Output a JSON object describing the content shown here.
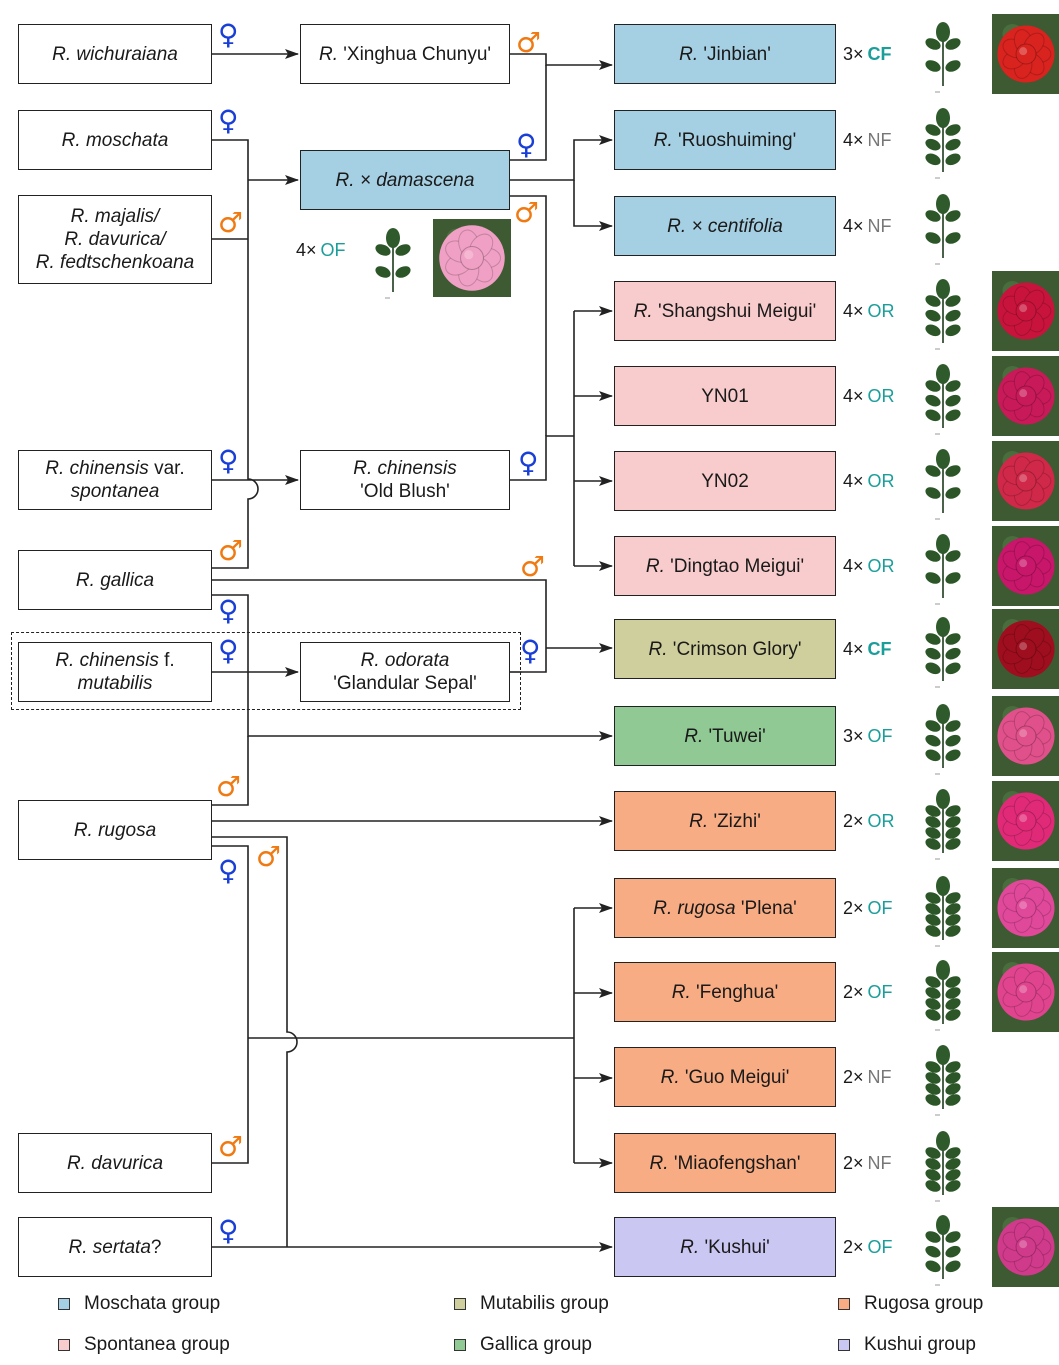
{
  "colors": {
    "moschata": "#a5cfe2",
    "spontanea": "#f8cccc",
    "mutabilis": "#cfce9d",
    "gallica": "#90c994",
    "rugosa": "#f8ac84",
    "kushui": "#cac7f2",
    "female_symbol": "#1a3fd6",
    "male_symbol": "#f07a12",
    "code_teal": "#1a9e9a",
    "code_gray": "#777777"
  },
  "symbols": {
    "female": "♀",
    "male": "♂"
  },
  "parents": [
    {
      "id": "wichuraiana",
      "parts": [
        [
          [
            "R. wichuraiana",
            true
          ]
        ]
      ]
    },
    {
      "id": "moschata",
      "parts": [
        [
          [
            "R. moschata",
            true
          ]
        ]
      ]
    },
    {
      "id": "majalis",
      "parts": [
        [
          [
            "R. majalis/",
            true
          ]
        ],
        [
          [
            "R. davurica/",
            true
          ]
        ],
        [
          [
            "R. fedtschenkoana",
            true
          ]
        ]
      ]
    },
    {
      "id": "chinensis-spontanea",
      "parts": [
        [
          [
            "R. chinensis",
            true
          ],
          [
            " var.",
            false
          ]
        ],
        [
          [
            "spontanea",
            true
          ]
        ]
      ]
    },
    {
      "id": "gallica",
      "parts": [
        [
          [
            "R. gallica",
            true
          ]
        ]
      ]
    },
    {
      "id": "chinensis-mutabilis",
      "parts": [
        [
          [
            "R. chinensis",
            true
          ],
          [
            " f.",
            false
          ]
        ],
        [
          [
            "mutabilis",
            true
          ]
        ]
      ]
    },
    {
      "id": "rugosa",
      "parts": [
        [
          [
            "R. rugosa",
            true
          ]
        ]
      ]
    },
    {
      "id": "davurica",
      "parts": [
        [
          [
            "R. davurica",
            true
          ]
        ]
      ]
    },
    {
      "id": "sertata",
      "parts": [
        [
          [
            "R. sertata",
            true
          ],
          [
            "?",
            false
          ]
        ]
      ]
    }
  ],
  "intermediates": [
    {
      "id": "xinghua",
      "group": "",
      "parts": [
        [
          [
            "R.",
            true
          ],
          [
            " 'Xinghua Chunyu'",
            false
          ]
        ]
      ]
    },
    {
      "id": "damascena",
      "group": "moschata",
      "parts": [
        [
          [
            "R. × damascena",
            true
          ]
        ]
      ]
    },
    {
      "id": "old-blush",
      "group": "",
      "parts": [
        [
          [
            "R. chinensis",
            true
          ]
        ],
        [
          [
            "'Old Blush'",
            false
          ]
        ]
      ]
    },
    {
      "id": "glandular",
      "group": "",
      "parts": [
        [
          [
            "R. odorata",
            true
          ]
        ],
        [
          [
            "'Glandular Sepal'",
            false
          ]
        ]
      ]
    }
  ],
  "cultivars": [
    {
      "id": "jinbian",
      "group": "moschata",
      "parts": [
        [
          [
            "R.",
            true
          ],
          [
            " 'Jinbian'",
            false
          ]
        ]
      ],
      "ploidy": "3×",
      "code": "CF",
      "bold": true,
      "tone": "teal",
      "flower": true,
      "flower_color": "#d8231f"
    },
    {
      "id": "ruoshuiming",
      "group": "moschata",
      "parts": [
        [
          [
            "R.",
            true
          ],
          [
            " 'Ruoshuiming'",
            false
          ]
        ]
      ],
      "ploidy": "4×",
      "code": "NF",
      "bold": false,
      "tone": "gray",
      "flower": false
    },
    {
      "id": "centifolia",
      "group": "moschata",
      "parts": [
        [
          [
            "R. × centifolia",
            true
          ]
        ]
      ],
      "ploidy": "4×",
      "code": "NF",
      "bold": false,
      "tone": "gray",
      "flower": false
    },
    {
      "id": "shangshui",
      "group": "spontanea",
      "parts": [
        [
          [
            "R.",
            true
          ],
          [
            " 'Shangshui Meigui'",
            false
          ]
        ]
      ],
      "ploidy": "4×",
      "code": "OR",
      "bold": false,
      "tone": "teal",
      "flower": true,
      "flower_color": "#c8143c"
    },
    {
      "id": "yn01",
      "group": "spontanea",
      "parts": [
        [
          [
            "YN01",
            false
          ]
        ]
      ],
      "ploidy": "4×",
      "code": "OR",
      "bold": false,
      "tone": "teal",
      "flower": true,
      "flower_color": "#c81a58"
    },
    {
      "id": "yn02",
      "group": "spontanea",
      "parts": [
        [
          [
            "YN02",
            false
          ]
        ]
      ],
      "ploidy": "4×",
      "code": "OR",
      "bold": false,
      "tone": "teal",
      "flower": true,
      "flower_color": "#d02848"
    },
    {
      "id": "dingtao",
      "group": "spontanea",
      "parts": [
        [
          [
            "R.",
            true
          ],
          [
            " 'Dingtao Meigui'",
            false
          ]
        ]
      ],
      "ploidy": "4×",
      "code": "OR",
      "bold": false,
      "tone": "teal",
      "flower": true,
      "flower_color": "#c8166a"
    },
    {
      "id": "crimson",
      "group": "mutabilis",
      "parts": [
        [
          [
            "R.",
            true
          ],
          [
            " 'Crimson Glory'",
            false
          ]
        ]
      ],
      "ploidy": "4×",
      "code": "CF",
      "bold": true,
      "tone": "teal",
      "flower": true,
      "flower_color": "#9e0e1e"
    },
    {
      "id": "tuwei",
      "group": "gallica",
      "parts": [
        [
          [
            "R.",
            true
          ],
          [
            " 'Tuwei'",
            false
          ]
        ]
      ],
      "ploidy": "3×",
      "code": "OF",
      "bold": false,
      "tone": "teal",
      "flower": true,
      "flower_color": "#e0508a"
    },
    {
      "id": "zizhi",
      "group": "rugosa",
      "parts": [
        [
          [
            "R.",
            true
          ],
          [
            " 'Zizhi'",
            false
          ]
        ]
      ],
      "ploidy": "2×",
      "code": "OR",
      "bold": false,
      "tone": "teal",
      "flower": true,
      "flower_color": "#e02a78"
    },
    {
      "id": "plena",
      "group": "rugosa",
      "parts": [
        [
          [
            "R. rugosa",
            true
          ],
          [
            " 'Plena'",
            false
          ]
        ]
      ],
      "ploidy": "2×",
      "code": "OF",
      "bold": false,
      "tone": "teal",
      "flower": true,
      "flower_color": "#e0489a"
    },
    {
      "id": "fenghua",
      "group": "rugosa",
      "parts": [
        [
          [
            "R.",
            true
          ],
          [
            " 'Fenghua'",
            false
          ]
        ]
      ],
      "ploidy": "2×",
      "code": "OF",
      "bold": false,
      "tone": "teal",
      "flower": true,
      "flower_color": "#e0448e"
    },
    {
      "id": "guo",
      "group": "rugosa",
      "parts": [
        [
          [
            "R.",
            true
          ],
          [
            " 'Guo Meigui'",
            false
          ]
        ]
      ],
      "ploidy": "2×",
      "code": "NF",
      "bold": false,
      "tone": "gray",
      "flower": false
    },
    {
      "id": "miaofengshan",
      "group": "rugosa",
      "parts": [
        [
          [
            "R.",
            true
          ],
          [
            " 'Miaofengshan'",
            false
          ]
        ]
      ],
      "ploidy": "2×",
      "code": "NF",
      "bold": false,
      "tone": "gray",
      "flower": false
    },
    {
      "id": "kushui",
      "group": "kushui",
      "parts": [
        [
          [
            "R.",
            true
          ],
          [
            " 'Kushui'",
            false
          ]
        ]
      ],
      "ploidy": "2×",
      "code": "OF",
      "bold": false,
      "tone": "teal",
      "flower": true,
      "flower_color": "#d03a8a"
    }
  ],
  "damascena_info": {
    "ploidy": "4×",
    "code": "OF",
    "bold": false,
    "tone": "teal",
    "flower": true,
    "flower_color": "#f0a0c4"
  },
  "legend": [
    {
      "label": "Moschata group",
      "group": "moschata"
    },
    {
      "label": "Mutabilis group",
      "group": "mutabilis"
    },
    {
      "label": "Rugosa group",
      "group": "rugosa"
    },
    {
      "label": "Spontanea group",
      "group": "spontanea"
    },
    {
      "label": "Gallica group",
      "group": "gallica"
    },
    {
      "label": "Kushui group",
      "group": "kushui"
    }
  ]
}
